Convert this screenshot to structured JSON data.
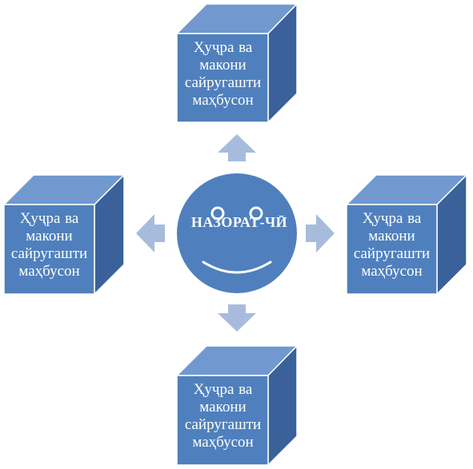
{
  "diagram": {
    "center": {
      "label": "НАЗОРАТ-ЧӢ"
    },
    "cubes": {
      "top": {
        "lines": [
          "Ҳуҷра ва",
          "макони",
          "сайругашти",
          "маҳбусон"
        ]
      },
      "left": {
        "lines": [
          "Ҳуҷра ва",
          "макони",
          "сайругашти",
          "маҳбусон"
        ]
      },
      "right": {
        "lines": [
          "Ҳуҷра ва",
          "макони",
          "сайругашти",
          "маҳбусон"
        ]
      },
      "bottom": {
        "lines": [
          "Ҳуҷра ва",
          "макони",
          "сайругашти",
          "маҳбусон"
        ]
      }
    },
    "colors": {
      "cube_front": "#4f80bd",
      "cube_top": "#7199cf",
      "cube_side": "#3a619a",
      "edge": "#ffffff",
      "circle": "#4f80bd",
      "arrow": "#a7bcdd"
    }
  }
}
